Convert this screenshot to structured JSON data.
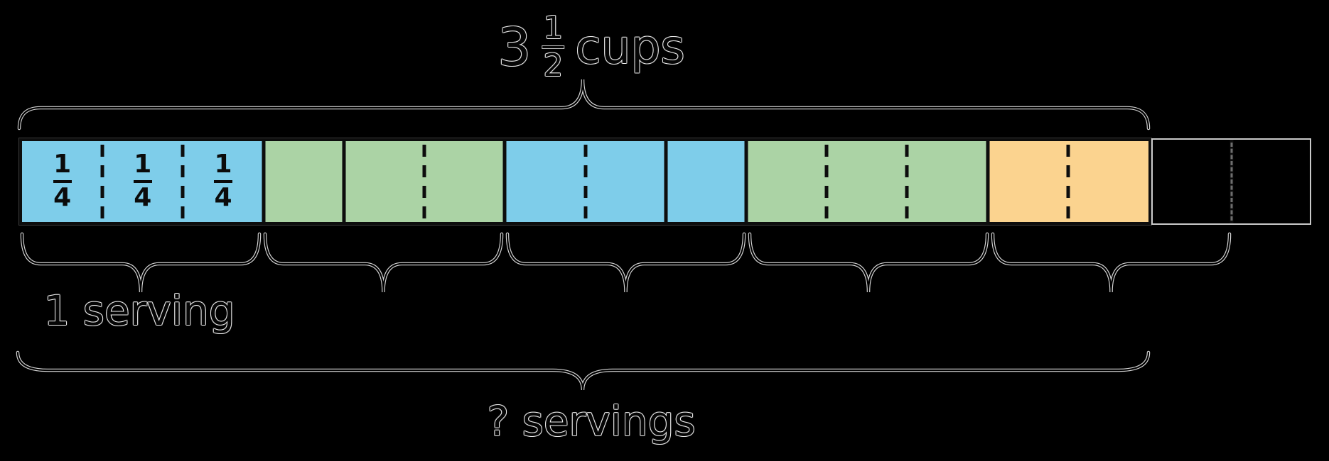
{
  "background": "#000000",
  "colors": {
    "blue": "#7ECDEA",
    "green": "#ABD3A5",
    "orange": "#FBD38F",
    "stroke": "#0d0d0d",
    "ghost_line": "#ededed"
  },
  "top_label": {
    "whole": "3",
    "fraction_numerator": "1",
    "fraction_denominator": "2",
    "unit": "cups"
  },
  "bottom_labels": {
    "one_serving": "1 serving",
    "question_servings": "? servings"
  },
  "bar": {
    "cells": [
      {
        "color": "blue",
        "fraction": {
          "num": "1",
          "den": "4"
        }
      },
      {
        "color": "blue",
        "fraction": {
          "num": "1",
          "den": "4"
        }
      },
      {
        "color": "blue",
        "fraction": {
          "num": "1",
          "den": "4"
        }
      },
      {
        "color": "green"
      },
      {
        "color": "green"
      },
      {
        "color": "green"
      },
      {
        "color": "blue"
      },
      {
        "color": "blue"
      },
      {
        "color": "blue"
      },
      {
        "color": "green"
      },
      {
        "color": "green"
      },
      {
        "color": "green"
      },
      {
        "color": "orange"
      },
      {
        "color": "orange"
      },
      {
        "color": "empty"
      },
      {
        "color": "empty"
      }
    ],
    "dividers": [
      "dashed",
      "dashed",
      "solid",
      "solid",
      "dashed",
      "solid",
      "dashed",
      "solid",
      "solid",
      "dashed",
      "dashed",
      "solid",
      "dashed",
      "solid",
      "ghost-dashed"
    ]
  },
  "braces": {
    "top": {
      "label": "3 1/2 cups",
      "spans_cells": "1-14"
    },
    "serving_braces": 5,
    "serving_span_cells": 3,
    "bottom": {
      "label": "? servings",
      "spans_cells": "1-14"
    }
  }
}
